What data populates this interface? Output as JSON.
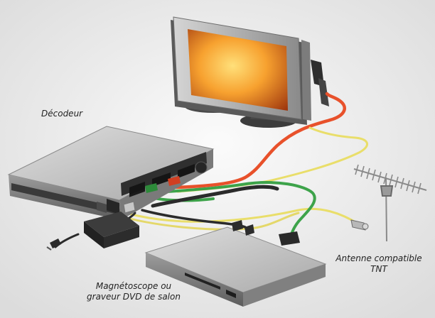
{
  "labels": {
    "decoder": "Décodeur",
    "recorder_line1": "Magnétoscope ou",
    "recorder_line2": "graveur DVD de salon",
    "antenna_line1": "Antenne compatible",
    "antenna_line2": "TNT"
  },
  "colors": {
    "background": "#f3f3f3",
    "cable_red": "#e8512b",
    "cable_yellow": "#e9de6a",
    "cable_green": "#3da34a",
    "cable_black": "#2b2b2b",
    "screen_glow": "#f39a2c",
    "device_body": "#b9b9b9",
    "device_dark": "#3a3a3a"
  },
  "icons": [
    "television-icon",
    "decoder-box-icon",
    "dvd-recorder-icon",
    "antenna-icon",
    "power-adapter-icon",
    "scart-plug-icon",
    "coax-plug-icon"
  ]
}
